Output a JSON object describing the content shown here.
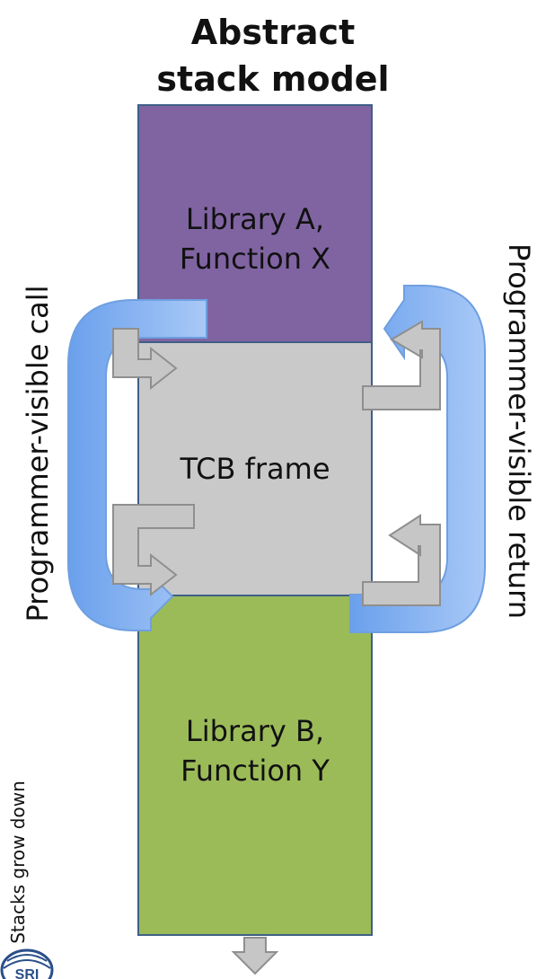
{
  "title": {
    "line1": "Abstract",
    "line2": "stack model"
  },
  "blocks": {
    "library_a": {
      "line1": "Library A,",
      "line2": "Function X",
      "color": "#8064a2"
    },
    "tcb": {
      "label": "TCB frame",
      "color": "#c9c9c9"
    },
    "library_b": {
      "line1": "Library B,",
      "line2": "Function Y",
      "color": "#9bbb59"
    }
  },
  "labels": {
    "call": "Programmer-visible call",
    "return": "Programmer-visible return",
    "grow": "Stacks grow down",
    "logo": "SRI"
  },
  "colors": {
    "arrow_blue": "#8ab6f2",
    "arrow_blue_dark": "#4a86d6",
    "arrow_gray": "#c6c6c6",
    "outline": "#3f5f86"
  },
  "icons": [
    "call-arrow-icon",
    "return-arrow-icon",
    "down-arrow-icon",
    "logo-icon"
  ]
}
